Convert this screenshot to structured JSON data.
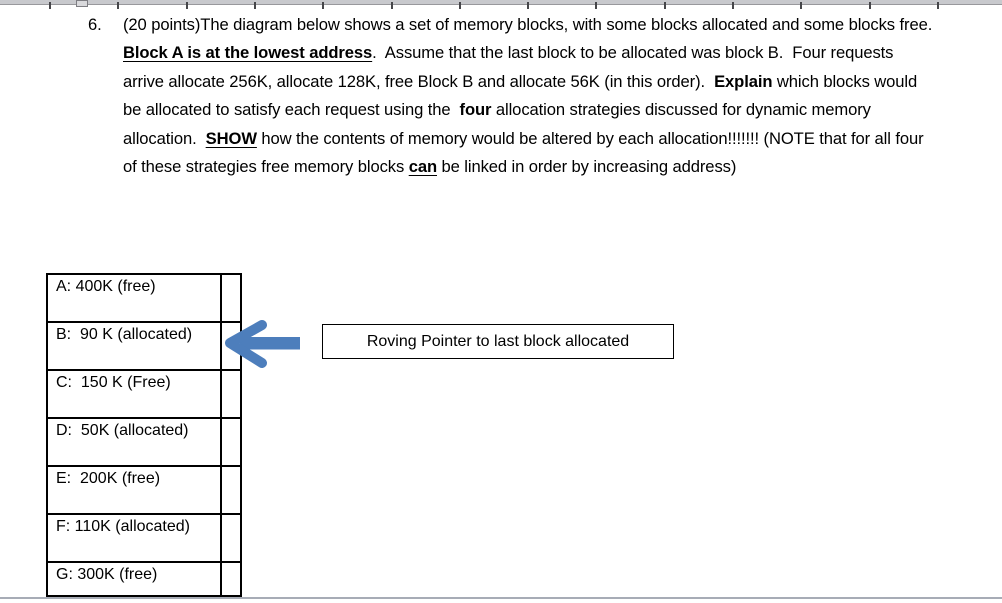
{
  "page": {
    "type": "word-document-view",
    "background_color": "#ffffff",
    "ruler_color": "#c8c9cd",
    "bottom_divider_color": "#a7acb6"
  },
  "question": {
    "number": "6.",
    "segments": [
      {
        "style": "normal",
        "text": "(20 points)The diagram below shows a set of memory blocks, with some blocks allocated and some blocks free. "
      },
      {
        "style": "bold-underline",
        "text": "Block A is at the lowest address"
      },
      {
        "style": "normal",
        "text": ".  Assume that the last block to be allocated was block B.  Four requests arrive allocate 256K, allocate 128K, free Block B and allocate 56K (in this order).  "
      },
      {
        "style": "bold",
        "text": "Explain"
      },
      {
        "style": "normal",
        "text": " which blocks would be allocated to satisfy each request using the  "
      },
      {
        "style": "bold",
        "text": "four"
      },
      {
        "style": "normal",
        "text": " allocation strategies discussed for dynamic memory allocation.  "
      },
      {
        "style": "bold-underline",
        "text": "SHOW"
      },
      {
        "style": "normal",
        "text": " how the contents of memory would be altered by each allocation!!!!!!! (NOTE that for all four of these strategies free memory blocks "
      },
      {
        "style": "bold-underline",
        "text": "can"
      },
      {
        "style": "normal",
        "text": " be linked in order by increasing address)"
      }
    ]
  },
  "memory_table": {
    "blocks": [
      {
        "label": "A: 400K (free)"
      },
      {
        "label": "B:  90 K (allocated)"
      },
      {
        "label": "C:  150 K (Free)"
      },
      {
        "label": "D:  50K (allocated)"
      },
      {
        "label": "E:  200K (free)"
      },
      {
        "label": "F: 110K (allocated)"
      },
      {
        "label": "G: 300K (free)"
      }
    ]
  },
  "annotation": {
    "arrow_icon": "left-arrow",
    "arrow_color": "#4d7ebc",
    "box_label": "Roving Pointer to last block allocated"
  }
}
